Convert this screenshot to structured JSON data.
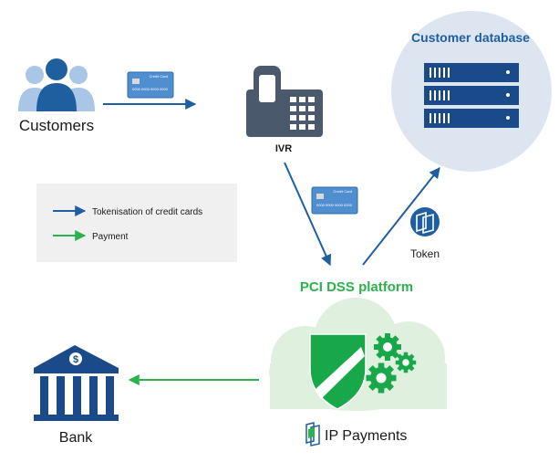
{
  "labels": {
    "customers": "Customers",
    "ivr": "IVR",
    "customer_database": "Customer database",
    "token": "Token",
    "pci_platform": "PCI DSS platform",
    "bank": "Bank",
    "ip_payments": "IP Payments",
    "bank_symbol": "$",
    "card_caption": "Credit Card",
    "card_number": "0000 0000 0000 0000"
  },
  "legend": {
    "items": [
      {
        "label": "Tokenisation of credit cards",
        "color": "#1f5fa0"
      },
      {
        "label": "Payment",
        "color": "#2bb24c"
      }
    ]
  },
  "colors": {
    "blue_arrow": "#1f5fa0",
    "green_arrow": "#2bb24c",
    "navy": "#1a4a8a",
    "people_light": "#a9c6e6",
    "people_dark": "#1f5fa0",
    "phone": "#4a5a6c",
    "database_circle": "#dde5f1",
    "cloud": "#dff0df",
    "shield_green": "#18a84a",
    "legend_bg": "#f0f0f0",
    "label_text": "#1a1a1a"
  },
  "icons": [
    "customers-icon",
    "credit-card-icon",
    "phone-icon",
    "server-rack-icon",
    "token-icon",
    "cloud-icon",
    "shield-icon",
    "gears-icon",
    "bank-icon",
    "ip-payments-logo-icon"
  ]
}
